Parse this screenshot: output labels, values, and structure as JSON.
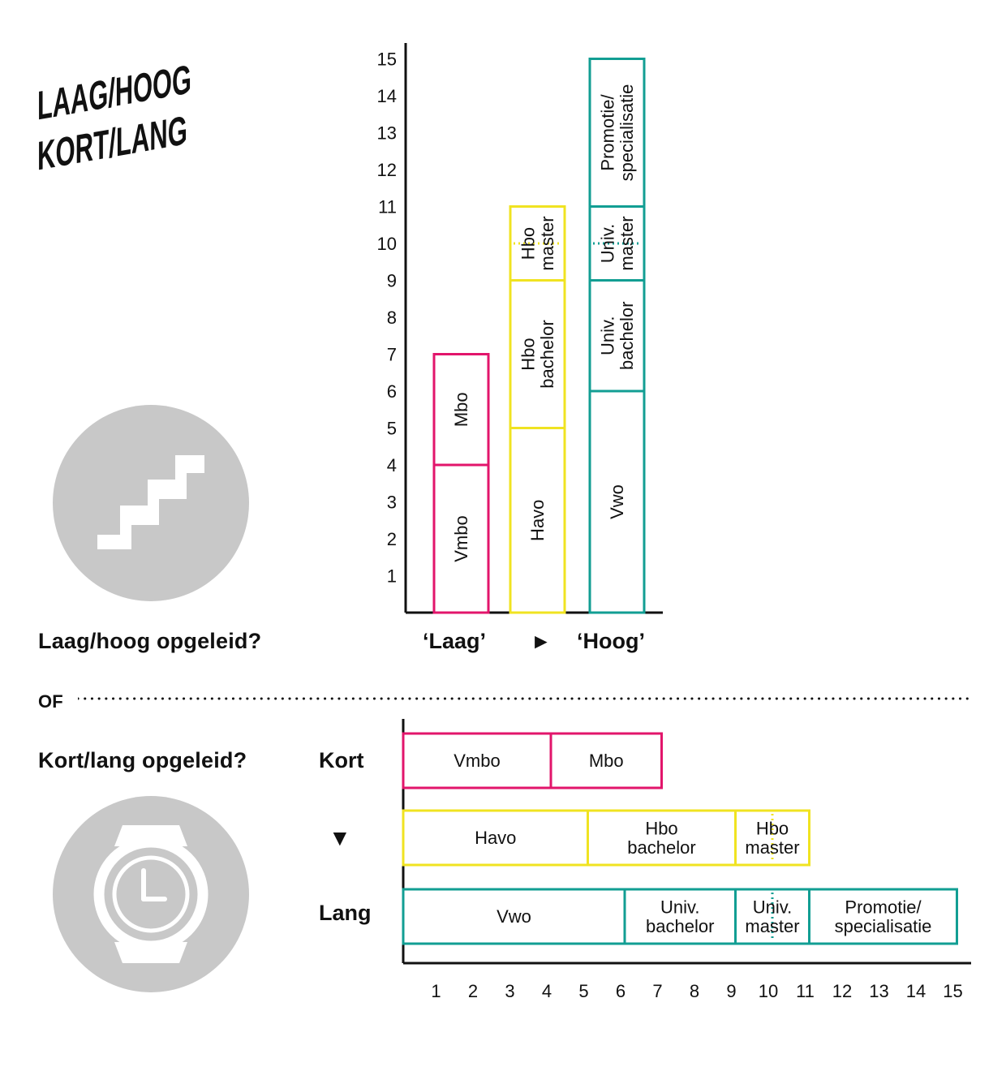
{
  "title": {
    "line1": "LAAG/HOOG",
    "line2": "KORT/LANG"
  },
  "colors": {
    "vmbo_mbo": "#e2156b",
    "havo_hbo": "#f0e321",
    "vwo_univ": "#129e93",
    "icon_bg": "#c8c8c8",
    "ink": "#111111"
  },
  "icons": {
    "top": "stairs-icon",
    "bottom": "watch-icon"
  },
  "top_section": {
    "question": "Laag/hoog opgeleid?",
    "low_label": "‘Laag’",
    "high_label": "‘Hoog’",
    "arrow": "►"
  },
  "separator": {
    "label": "OF"
  },
  "bottom_section": {
    "question": "Kort/lang opgeleid?",
    "short_label": "Kort",
    "long_label": "Lang",
    "arrow": "▼"
  },
  "chart_data": [
    {
      "type": "bar",
      "orientation": "vertical-stacked",
      "axis_ticks": [
        "1",
        "2",
        "3",
        "4",
        "5",
        "6",
        "7",
        "8",
        "9",
        "10",
        "11",
        "12",
        "13",
        "14",
        "15"
      ],
      "ylim": [
        0,
        15
      ],
      "categories": [
        "‘Laag’",
        "",
        "‘Hoog’"
      ],
      "series": [
        {
          "color": "#e2156b",
          "segments": [
            {
              "label": [
                "Vmbo"
              ],
              "start": 0,
              "end": 4
            },
            {
              "label": [
                "Mbo"
              ],
              "start": 4,
              "end": 7
            }
          ]
        },
        {
          "color": "#f0e321",
          "segments": [
            {
              "label": [
                "Havo"
              ],
              "start": 0,
              "end": 5
            },
            {
              "label": [
                "Hbo",
                "bachelor"
              ],
              "start": 5,
              "end": 9
            },
            {
              "label": [
                "Hbo",
                "master"
              ],
              "start": 9,
              "end": 11,
              "dotted_at": 10
            }
          ]
        },
        {
          "color": "#129e93",
          "segments": [
            {
              "label": [
                "Vwo"
              ],
              "start": 0,
              "end": 6
            },
            {
              "label": [
                "Univ.",
                "bachelor"
              ],
              "start": 6,
              "end": 9
            },
            {
              "label": [
                "Univ.",
                "master"
              ],
              "start": 9,
              "end": 11,
              "dotted_at": 10
            },
            {
              "label": [
                "Promotie/",
                "specialisatie"
              ],
              "start": 11,
              "end": 15
            }
          ]
        }
      ]
    },
    {
      "type": "bar",
      "orientation": "horizontal-stacked",
      "axis_ticks": [
        "1",
        "2",
        "3",
        "4",
        "5",
        "6",
        "7",
        "8",
        "9",
        "10",
        "11",
        "12",
        "13",
        "14",
        "15"
      ],
      "xlim": [
        0,
        15
      ],
      "categories": [
        "Kort",
        "",
        "Lang"
      ],
      "series": [
        {
          "color": "#e2156b",
          "segments": [
            {
              "label": [
                "Vmbo"
              ],
              "start": 0,
              "end": 4
            },
            {
              "label": [
                "Mbo"
              ],
              "start": 4,
              "end": 7
            }
          ]
        },
        {
          "color": "#f0e321",
          "segments": [
            {
              "label": [
                "Havo"
              ],
              "start": 0,
              "end": 5
            },
            {
              "label": [
                "Hbo",
                "bachelor"
              ],
              "start": 5,
              "end": 9
            },
            {
              "label": [
                "Hbo",
                "master"
              ],
              "start": 9,
              "end": 11,
              "dotted_at": 10
            }
          ]
        },
        {
          "color": "#129e93",
          "segments": [
            {
              "label": [
                "Vwo"
              ],
              "start": 0,
              "end": 6
            },
            {
              "label": [
                "Univ.",
                "bachelor"
              ],
              "start": 6,
              "end": 9
            },
            {
              "label": [
                "Univ.",
                "master"
              ],
              "start": 9,
              "end": 11,
              "dotted_at": 10
            },
            {
              "label": [
                "Promotie/",
                "specialisatie"
              ],
              "start": 11,
              "end": 15
            }
          ]
        }
      ]
    }
  ]
}
